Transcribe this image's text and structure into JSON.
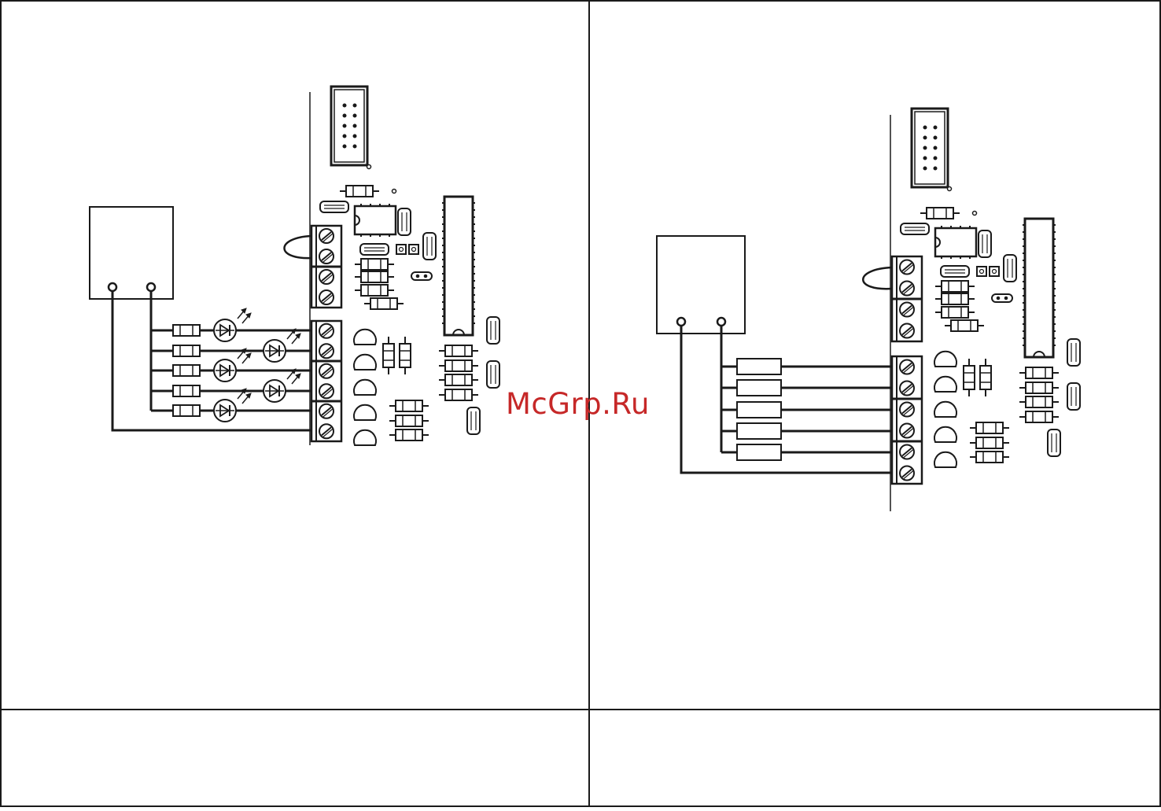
{
  "page": {
    "watermark_text": "McGrp.Ru",
    "watermark_color": "#c62828",
    "line_color": "#1a1a1a",
    "background": "#ffffff"
  },
  "panels": [
    {
      "name": "led-wiring-diagram",
      "load_type": "led",
      "channels": 5
    },
    {
      "name": "relay-wiring-diagram",
      "load_type": "resistor",
      "channels": 5
    }
  ]
}
